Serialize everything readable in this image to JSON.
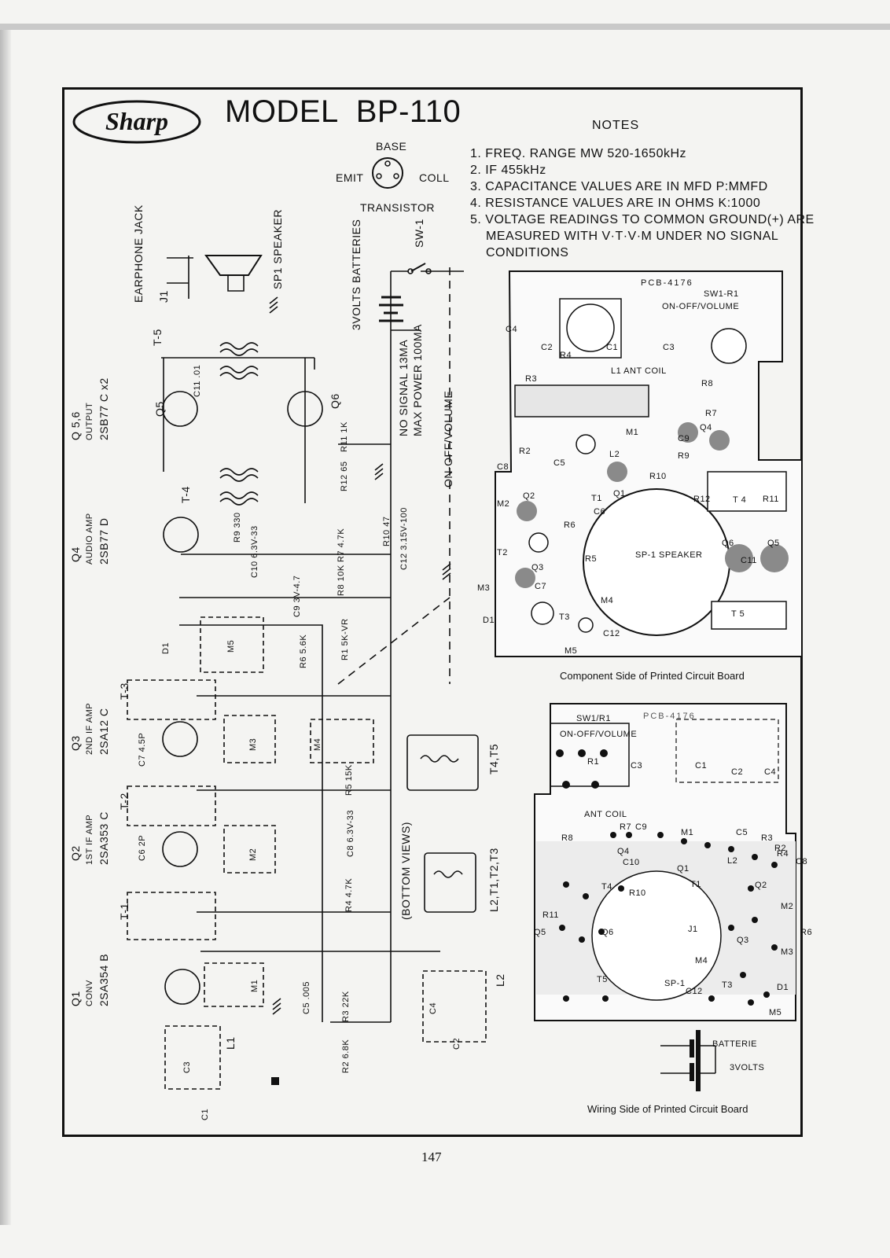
{
  "header": {
    "brand": "Sharp",
    "model_word": "MODEL",
    "model_number": "BP-110"
  },
  "notes": {
    "title": "NOTES",
    "items": [
      "1. FREQ. RANGE MW 520-1650kHz",
      "2. IF 455kHz",
      "3. CAPACITANCE VALUES ARE IN MFD P:MMFD",
      "4. RESISTANCE VALUES ARE IN OHMS K:1000",
      "5. VOLTAGE READINGS TO COMMON GROUND(+) ARE",
      "MEASURED WITH V·T·V·M UNDER NO SIGNAL",
      "CONDITIONS"
    ]
  },
  "transistor_key": {
    "base": "BASE",
    "emit": "EMIT",
    "coll": "COLL",
    "title": "TRANSISTOR"
  },
  "stages": {
    "q56": [
      "Q 5,6",
      "OUTPUT",
      "2SB77 C x2"
    ],
    "q4": [
      "Q4",
      "AUDIO AMP",
      "2SB77 D"
    ],
    "q3": [
      "Q3",
      "2ND IF AMP",
      "2SA12 C"
    ],
    "q2": [
      "Q2",
      "1ST IF AMP",
      "2SA353 C"
    ],
    "q1": [
      "Q1",
      "CONV",
      "2SA354 B"
    ]
  },
  "schematic_labels": {
    "earphone_jack": "EARPHONE JACK",
    "j1": "J1",
    "speaker": "SP1 SPEAKER",
    "t5": "T-5",
    "t4": "T-4",
    "t3": "T-3",
    "t2": "T-2",
    "t1": "T-1",
    "batteries": "3VOLTS BATTERIES",
    "sw1": "SW-1",
    "no_signal": "NO SIGNAL 13MA",
    "max_power": "MAX POWER 100MA",
    "on_off_volume": "ON-OFF/VOLUME",
    "q5": "Q5",
    "q6": "Q6",
    "c11": "C11 .01",
    "r11": "R11 1K",
    "r12": "R12 65",
    "r9": "R9 330",
    "c10": "C10 6.3V-33",
    "r7": "R7 4.7K",
    "r10": "R10 47",
    "c12": "C12 3.15V-100",
    "r8": "R8 10K",
    "c9": "C9 3V-4.7",
    "r1": "R1 5K-VR",
    "r6": "R6 5.6K",
    "d1": "D1",
    "m5": "M5",
    "m4": "M4",
    "m3": "M3",
    "m2": "M2",
    "m1": "M1",
    "c7": "C7 4.5P",
    "c6": "C6 2P",
    "r5": "R5 15K",
    "c8": "C8 6.3V-33",
    "r4": "R4 4.7K",
    "c5": "C5 .005",
    "r3": "R3 22K",
    "r2": "R2 6.8K",
    "l1": "L1",
    "l2": "L2",
    "c1": "C1",
    "c2": "C2",
    "c3": "C3",
    "c4": "C4",
    "t4t5": "T4,T5",
    "l2t1t2t3": "L2,T1,T2,T3",
    "bottom_views": "(BOTTOM VIEWS)"
  },
  "component_board": {
    "caption": "Component Side of Printed Circuit Board",
    "pcb": "PCB-4176",
    "sw": "SW1-R1",
    "onoff": "ON-OFF/VOLUME",
    "ant_coil": "L1 ANT COIL",
    "speaker": "SP-1 SPEAKER",
    "labels": [
      "C4",
      "C2",
      "R4",
      "C1",
      "C3",
      "R3",
      "R8",
      "R7",
      "C9",
      "Q4",
      "R2",
      "C5",
      "L2",
      "M1",
      "R9",
      "R10",
      "C8",
      "M2",
      "Q2",
      "T1",
      "Q1",
      "C6",
      "R12",
      "T 4",
      "R11",
      "R6",
      "T2",
      "R5",
      "Q3",
      "Q6",
      "Q5",
      "C11",
      "M3",
      "C7",
      "M4",
      "D1",
      "T3",
      "C12",
      "T 5",
      "M5"
    ]
  },
  "wiring_board": {
    "caption": "Wiring Side of Printed Circuit Board",
    "sw": "SW1/R1",
    "onoff": "ON-OFF/VOLUME",
    "batterie": "BATTERIE",
    "volts": "3VOLTS",
    "labels": [
      "R1",
      "C3",
      "C1",
      "C2",
      "C4",
      "ANT COIL",
      "R8",
      "R7",
      "C9",
      "M1",
      "C5",
      "R3",
      "R2",
      "R4",
      "C8",
      "Q4",
      "C10",
      "Q1",
      "T4",
      "R10",
      "T1",
      "L2",
      "Q2",
      "M2",
      "R6",
      "R11",
      "Q5",
      "Q6",
      "J1",
      "Q3",
      "M3",
      "M4",
      "SP-1",
      "C12",
      "T3",
      "D1",
      "T5",
      "M5"
    ]
  },
  "page_number": "147"
}
